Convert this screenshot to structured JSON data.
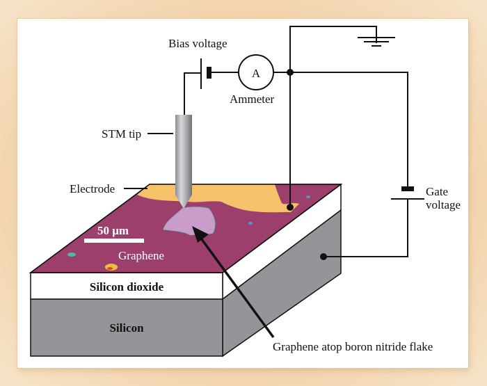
{
  "diagram": {
    "title": "STM measurement setup of graphene on boron nitride",
    "labels": {
      "bias_voltage": "Bias voltage",
      "ammeter": "Ammeter",
      "ammeter_symbol": "A",
      "stm_tip": "STM tip",
      "electrode": "Electrode",
      "scale_bar": "50 μm",
      "graphene": "Graphene",
      "silicon_dioxide": "Silicon dioxide",
      "silicon": "Silicon",
      "gate_voltage_line1": "Gate",
      "gate_voltage_line2": "voltage",
      "flake_callout": "Graphene atop boron nitride flake"
    },
    "colors": {
      "frame": "#f0cfa6",
      "panel": "#ffffff",
      "graphene_surface": "#9c3f6c",
      "electrode": "#f5c26b",
      "flake": "#c99cc9",
      "silicon": "#939598",
      "silicon_dioxide": "#ffffff",
      "wire": "#111111"
    }
  }
}
